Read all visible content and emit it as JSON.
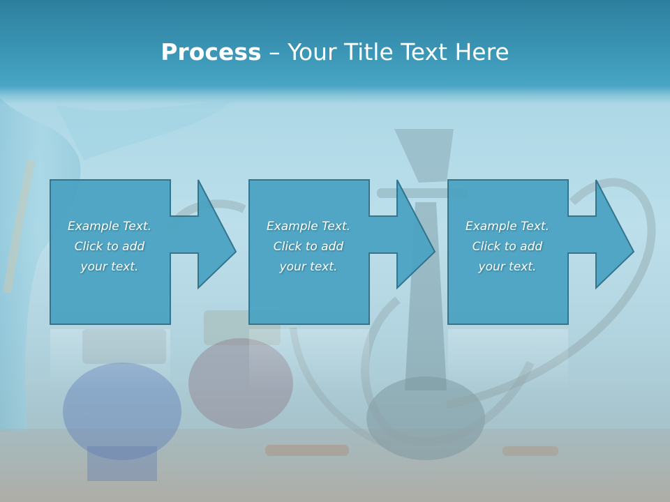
{
  "slide": {
    "title_bold": "Process",
    "title_rest": " – Your Title Text Here"
  },
  "steps": [
    {
      "line1": "Example Text.",
      "line2": "Click  to add",
      "line3": "your text."
    },
    {
      "line1": "Example Text.",
      "line2": "Click  to add",
      "line3": "your text."
    },
    {
      "line1": "Example Text.",
      "line2": "Click  to add",
      "line3": "your text."
    }
  ],
  "colors": {
    "title_band": "#3a93b3",
    "box_fill": "#4aa3c2",
    "box_border": "#2b6f88",
    "text": "#ffffff"
  },
  "background": {
    "subject": "hookah-photo"
  }
}
